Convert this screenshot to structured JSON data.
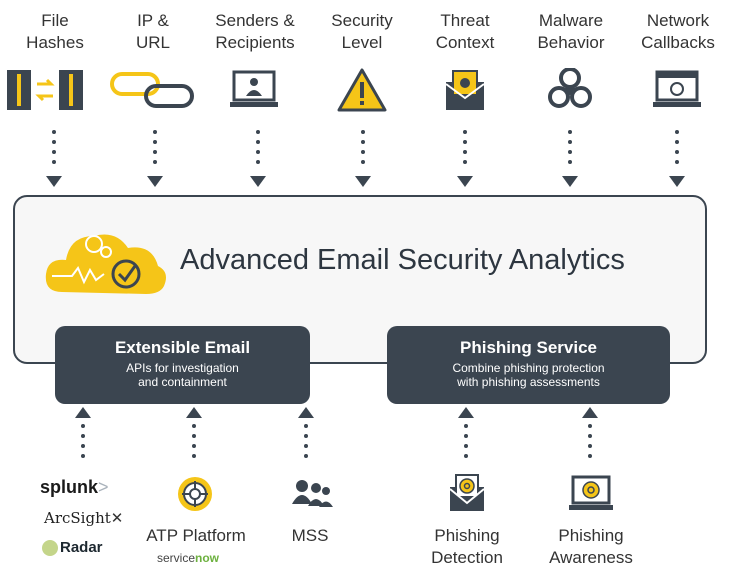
{
  "top_sources": [
    {
      "label_line1": "File",
      "label_line2": "Hashes",
      "icon": "file-hash-icon"
    },
    {
      "label_line1": "IP &",
      "label_line2": "URL",
      "icon": "link-chain-icon"
    },
    {
      "label_line1": "Senders &",
      "label_line2": "Recipients",
      "icon": "laptop-user-icon"
    },
    {
      "label_line1": "Security",
      "label_line2": "Level",
      "icon": "warning-triangle-icon"
    },
    {
      "label_line1": "Threat",
      "label_line2": "Context",
      "icon": "bug-envelope-icon"
    },
    {
      "label_line1": "Malware",
      "label_line2": "Behavior",
      "icon": "biohazard-icon"
    },
    {
      "label_line1": "Network",
      "label_line2": "Callbacks",
      "icon": "browser-biohazard-icon"
    }
  ],
  "main": {
    "title": "Advanced Email Security Analytics",
    "icon": "cloud-analytics-icon"
  },
  "panels": {
    "extensible": {
      "title": "Extensible Email",
      "sub_line1": "APIs for investigation",
      "sub_line2": "and containment"
    },
    "phishing": {
      "title": "Phishing Service",
      "sub_line1": "Combine phishing protection",
      "sub_line2": "with phishing assessments"
    }
  },
  "bottom": {
    "siem_logos": {
      "splunk": "splunk",
      "splunk_mark": ">",
      "arcsight": "ArcSight",
      "radar": "Radar"
    },
    "atp": {
      "label": "ATP Platform",
      "logo_prefix": "service",
      "logo_suffix": "now"
    },
    "mss": {
      "label": "MSS"
    },
    "phishing_detection": {
      "line1": "Phishing",
      "line2": "Detection"
    },
    "phishing_awareness": {
      "line1": "Phishing",
      "line2": "Awareness"
    }
  },
  "colors": {
    "accent_yellow": "#f5c518",
    "dark_slate": "#3b4550",
    "light_bg": "#f7f7f7"
  }
}
